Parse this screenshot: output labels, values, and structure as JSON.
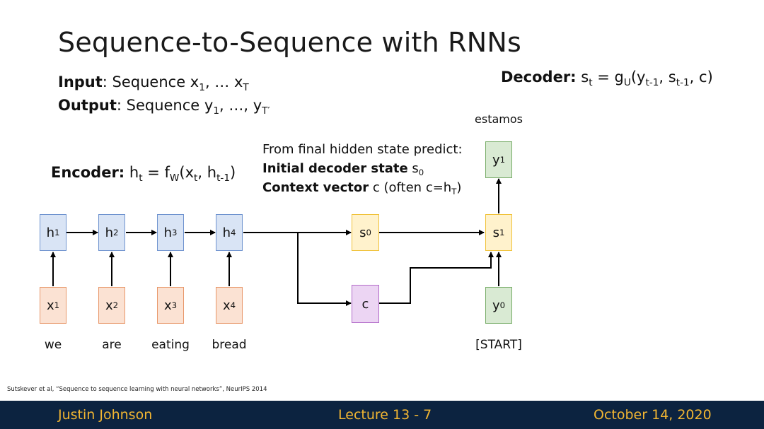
{
  "slide": {
    "title": "Sequence-to-Sequence with RNNs",
    "input_label": "Input",
    "input_text": ": Sequence x",
    "output_label": "Output",
    "output_text": ": Sequence y",
    "decoder_label": "Decoder:",
    "encoder_label": "Encoder:",
    "note_line1": "From final hidden state predict:",
    "note_line2_bold": "Initial decoder state",
    "note_line3_bold": "Context vector",
    "note_line3_rest": " c (often c=h",
    "citation": "Sutskever et al, “Sequence to sequence learning with neural networks”, NeurIPS 2014"
  },
  "encoder": {
    "hidden": [
      {
        "sym": "h",
        "sub": "1"
      },
      {
        "sym": "h",
        "sub": "2"
      },
      {
        "sym": "h",
        "sub": "3"
      },
      {
        "sym": "h",
        "sub": "4"
      }
    ],
    "inputs": [
      {
        "sym": "x",
        "sub": "1"
      },
      {
        "sym": "x",
        "sub": "2"
      },
      {
        "sym": "x",
        "sub": "3"
      },
      {
        "sym": "x",
        "sub": "4"
      }
    ],
    "words": [
      "we",
      "are",
      "eating",
      "bread"
    ]
  },
  "decoder": {
    "s0": {
      "sym": "s",
      "sub": "0"
    },
    "context": "c",
    "s1": {
      "sym": "s",
      "sub": "1"
    },
    "y0": {
      "sym": "y",
      "sub": "0"
    },
    "y1": {
      "sym": "y",
      "sub": "1"
    },
    "start_word": "[START]",
    "output_word": "estamos"
  },
  "footer": {
    "author": "Justin Johnson",
    "lecture": "Lecture 13 - 7",
    "date": "October 14, 2020"
  },
  "colors": {
    "encoder_hidden": "#d9e4f5",
    "encoder_input": "#fbe2d3",
    "decoder_state": "#fff2cc",
    "decoder_output": "#d9ead3",
    "context": "#ecd5f3",
    "footer_bg": "#0c2340",
    "footer_text": "#f2b632"
  }
}
